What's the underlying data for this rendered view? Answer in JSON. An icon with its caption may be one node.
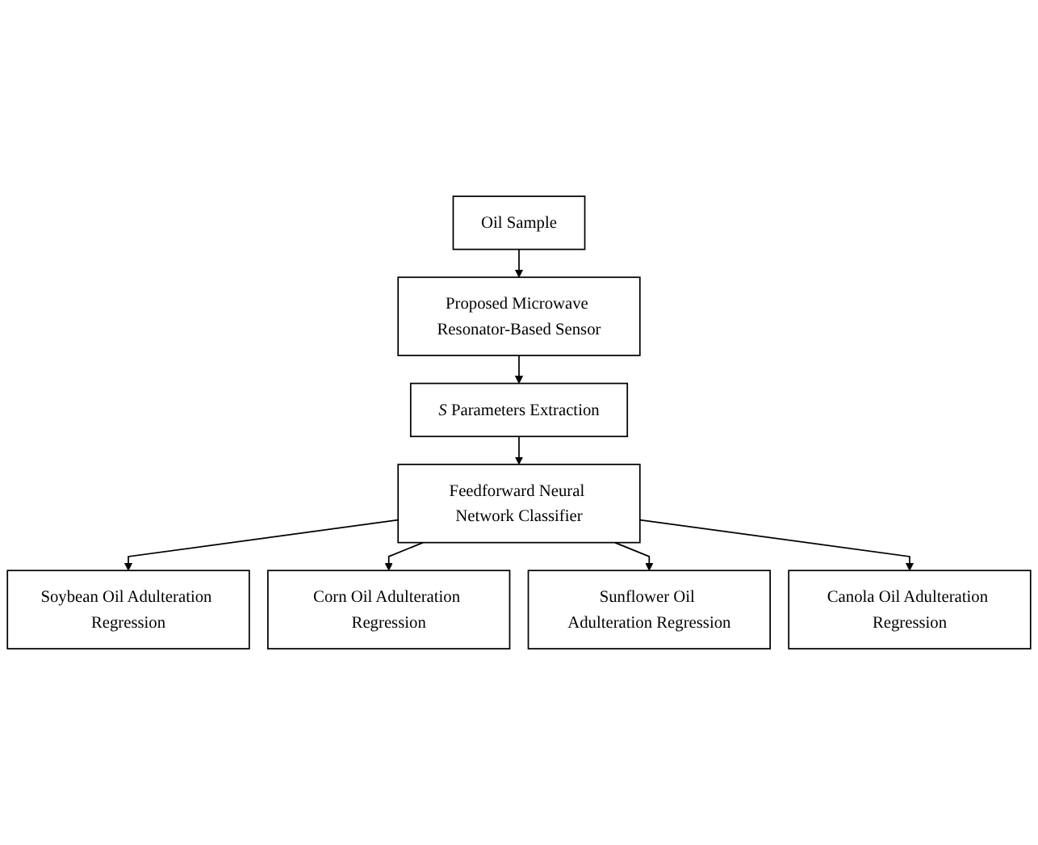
{
  "diagram": {
    "nodes": [
      {
        "text": [
          "Oil Sample"
        ]
      },
      {
        "text": [
          "Proposed Microwave Resonator-Based Sensor"
        ]
      },
      {
        "text": [
          "*S* Parameters Extraction"
        ]
      },
      {
        "text": [
          "Feedforward Neural Network Classifier"
        ]
      },
      {
        "text": [
          "Soybean Oil Adulteration Regression"
        ]
      },
      {
        "text": [
          "Corn Oil Adulteration Regression"
        ]
      },
      {
        "text": [
          "Sunflower Oil Adulteration Regression"
        ]
      },
      {
        "text": [
          "Canola Oil Adulteration Regression"
        ]
      }
    ],
    "edges": [
      {
        "from": 0,
        "to": 1,
        "arrow": "to"
      },
      {
        "from": 1,
        "to": 2,
        "arrow": "to"
      },
      {
        "from": 2,
        "to": 3,
        "arrow": "to"
      },
      {
        "from": 3,
        "to": 4,
        "arrow": "to"
      },
      {
        "from": 3,
        "to": 5,
        "arrow": "to"
      },
      {
        "from": 3,
        "to": 6,
        "arrow": "to"
      },
      {
        "from": 3,
        "to": 7,
        "arrow": "to"
      }
    ]
  }
}
